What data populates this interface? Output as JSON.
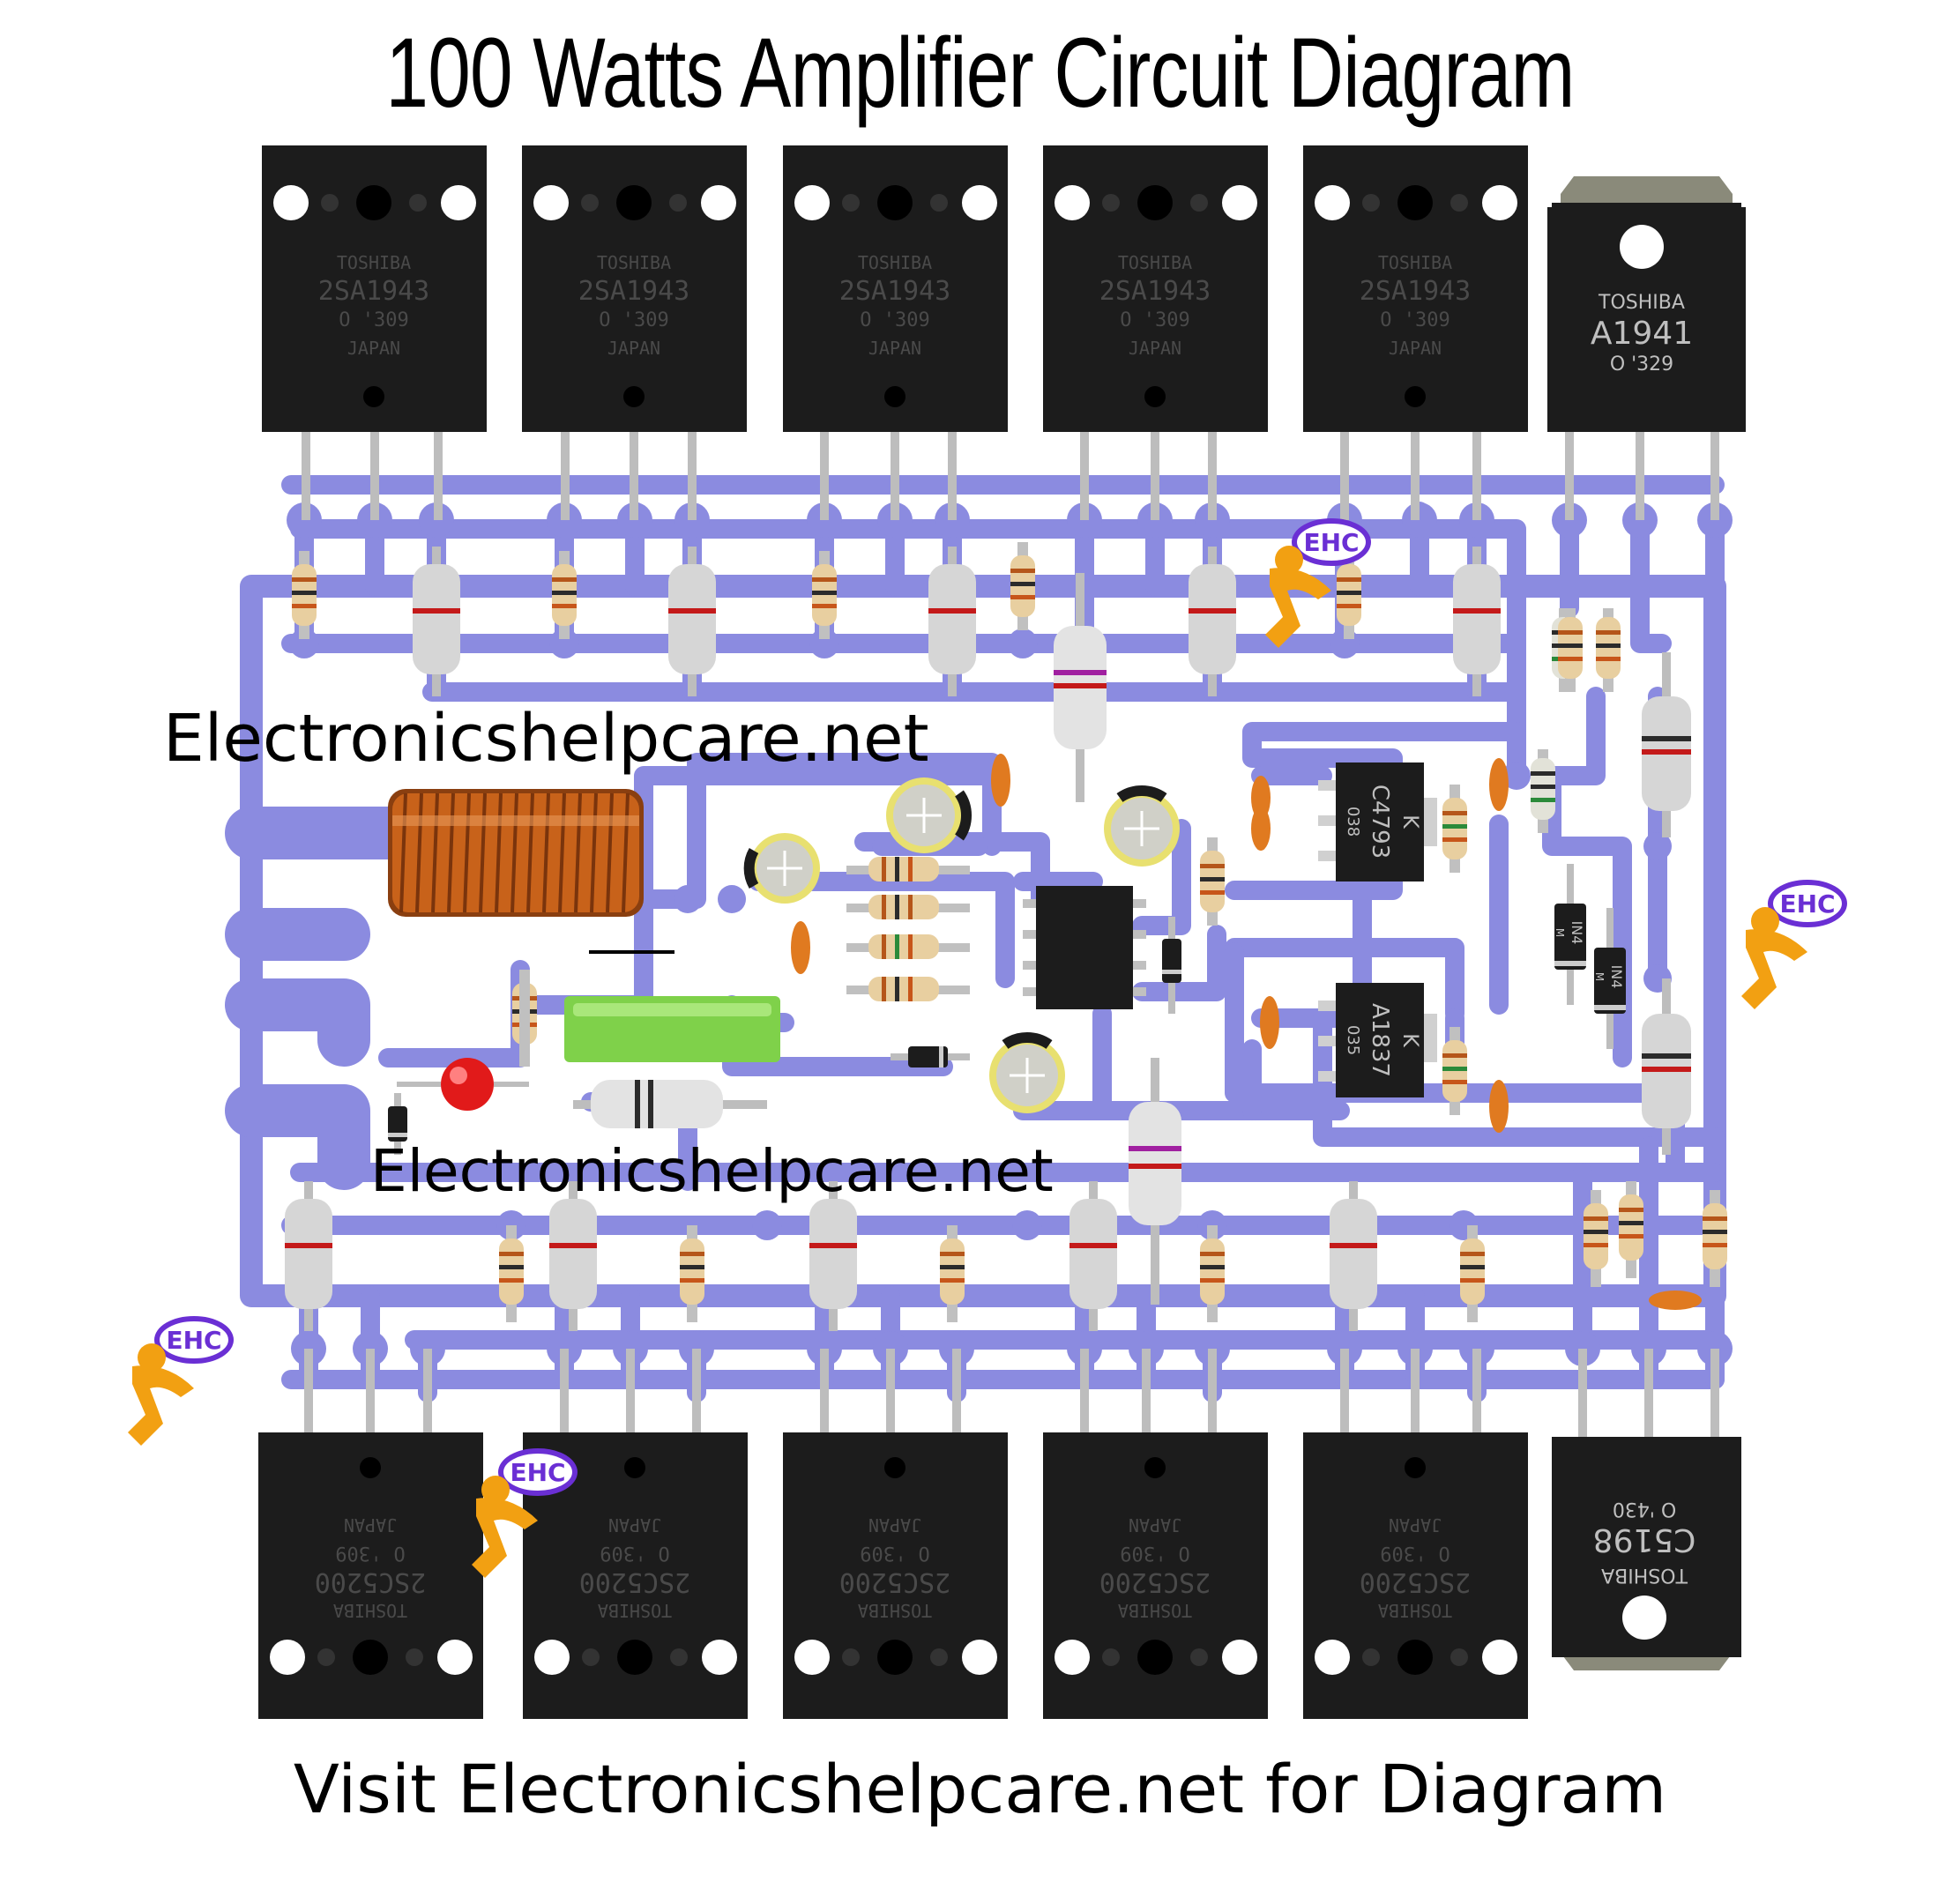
{
  "title": "100 Watts Amplifier Circuit Diagram",
  "watermark_1": "Electronicshelpcare.net",
  "watermark_2": "Electronicshelpcare.net",
  "footer": "Visit Electronicshelpcare.net for Diagram",
  "logo_text": "EHC",
  "colors": {
    "trace": "#8b8be0",
    "package": "#1c1c1c",
    "coil": "#c8621a",
    "capacitor_orange": "#e07a20",
    "resistor_body": "#e8cfa0",
    "power_resistor_body": "#d6d6d6",
    "led": "#e11a1a",
    "green_part": "#7fd14a",
    "logo_orange": "#f2a012",
    "logo_purple": "#6a2fd4"
  },
  "top_transistors": [
    {
      "brand": "TOSHIBA",
      "part": "2SA1943",
      "code": "O  '309",
      "origin": "JAPAN"
    },
    {
      "brand": "TOSHIBA",
      "part": "2SA1943",
      "code": "O  '309",
      "origin": "JAPAN"
    },
    {
      "brand": "TOSHIBA",
      "part": "2SA1943",
      "code": "O  '309",
      "origin": "JAPAN"
    },
    {
      "brand": "TOSHIBA",
      "part": "2SA1943",
      "code": "O  '309",
      "origin": "JAPAN"
    },
    {
      "brand": "TOSHIBA",
      "part": "2SA1943",
      "code": "O  '309",
      "origin": "JAPAN"
    }
  ],
  "top_driver": {
    "brand": "TOSHIBA",
    "part": "A1941",
    "code": "O  '329"
  },
  "bottom_transistors": [
    {
      "brand": "TOSHIBA",
      "part": "2SC5200",
      "code": "O  '309",
      "origin": "JAPAN"
    },
    {
      "brand": "TOSHIBA",
      "part": "2SC5200",
      "code": "O  '309",
      "origin": "JAPAN"
    },
    {
      "brand": "TOSHIBA",
      "part": "2SC5200",
      "code": "O  '309",
      "origin": "JAPAN"
    },
    {
      "brand": "TOSHIBA",
      "part": "2SC5200",
      "code": "O  '309",
      "origin": "JAPAN"
    },
    {
      "brand": "TOSHIBA",
      "part": "2SC5200",
      "code": "O  '309",
      "origin": "JAPAN"
    }
  ],
  "bottom_driver": {
    "brand": "TOSHIBA",
    "part": "C5198",
    "code": "O  '430"
  },
  "small_transistors": [
    {
      "mark": "K",
      "part": "C4793",
      "code": "038"
    },
    {
      "mark": "K",
      "part": "A1837",
      "code": "035"
    }
  ],
  "diodes": [
    {
      "label": "IN4",
      "sub": "M"
    },
    {
      "label": "IN4",
      "sub": "M"
    }
  ]
}
